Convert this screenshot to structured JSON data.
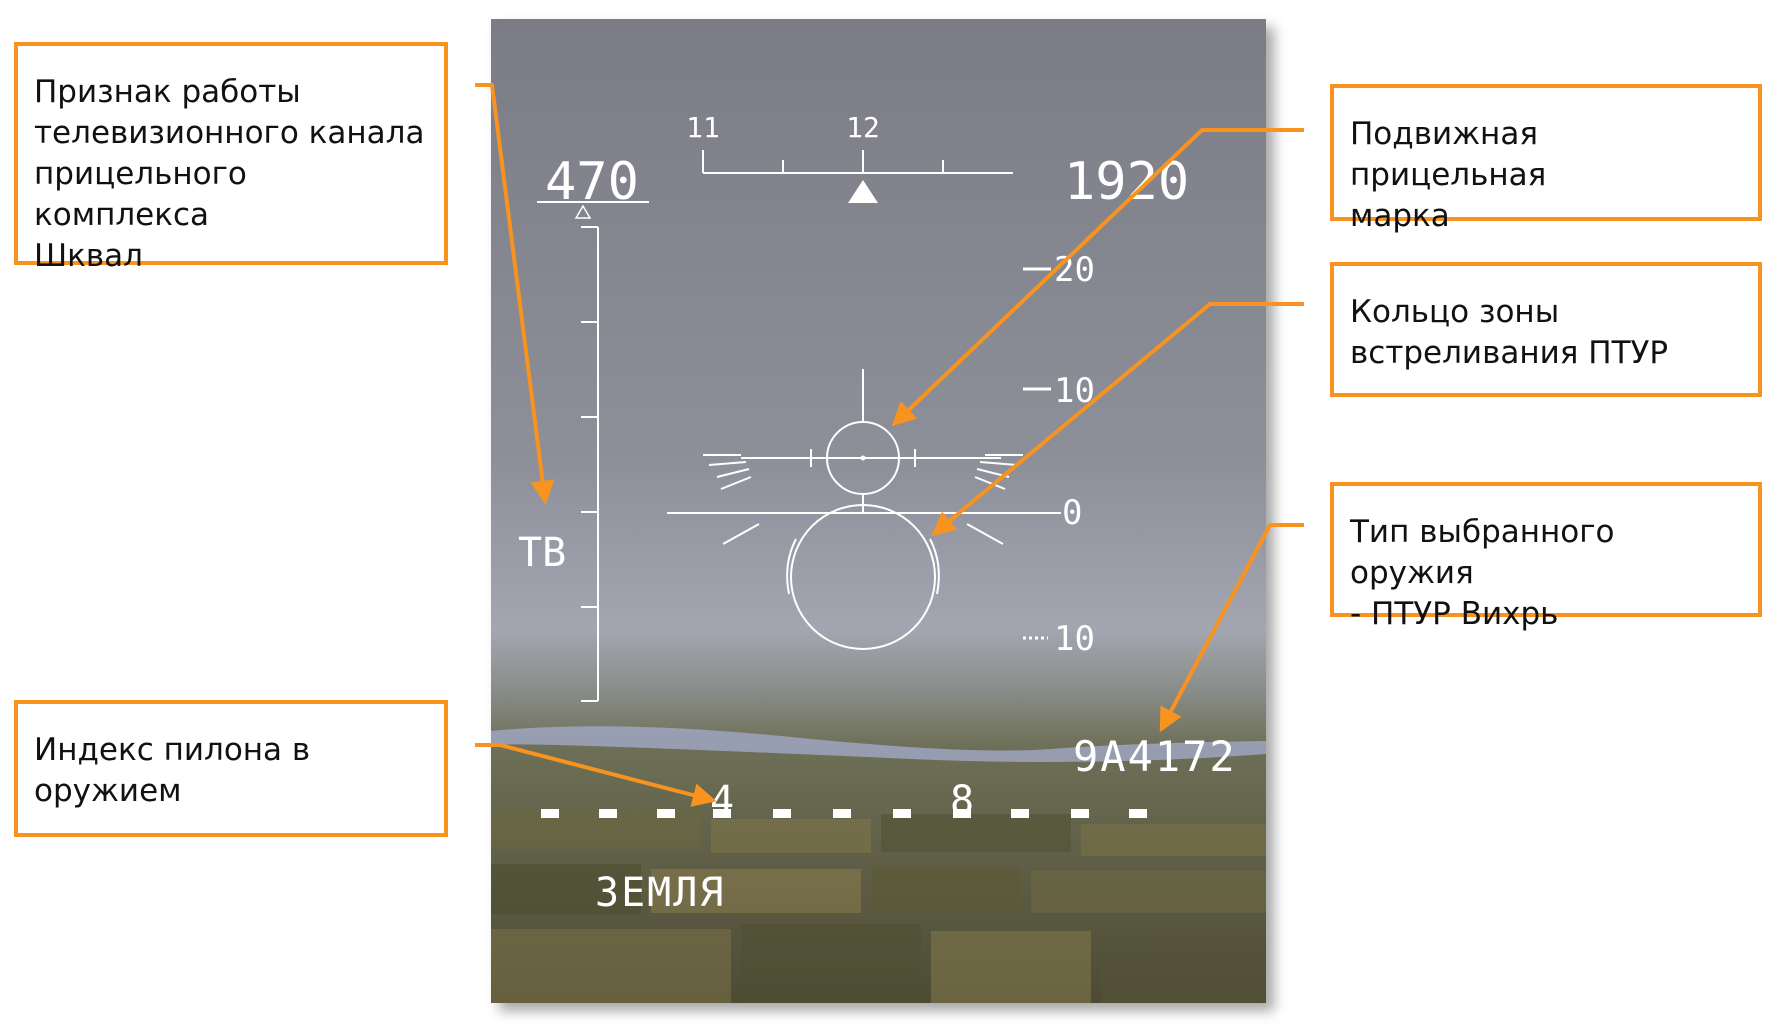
{
  "callouts": {
    "tv_channel": [
      "Признак работы",
      "телевизионного канала",
      "прицельного комплекса",
      "Шквал"
    ],
    "pylon_index": [
      "Индекс пилона в",
      "оружием"
    ],
    "aiming_mark": [
      "Подвижная прицельная",
      "марка"
    ],
    "launch_ring": [
      "Кольцо зоны",
      "встреливания ПТУР"
    ],
    "weapon_type": [
      "Тип выбранного оружия",
      "- ПТУР Вихрь"
    ]
  },
  "hud": {
    "speed": "470",
    "altitude": "1920",
    "heading_left": "11",
    "heading_right": "12",
    "pitch_20": "20",
    "pitch_10": "10",
    "pitch_0": "0",
    "pitch_neg10": "10",
    "mode_tv": "ТВ",
    "weapon_code": "9А4172",
    "pylon_left": "4",
    "pylon_right": "8",
    "ground_mode": "ЗЕМЛЯ"
  },
  "colors": {
    "accent": "#f7931e",
    "sky_top": "#7d7e87",
    "sky_bottom": "#a3a6b1",
    "ground": "#5e5a3e",
    "hud_symbol": "#ffffff"
  }
}
